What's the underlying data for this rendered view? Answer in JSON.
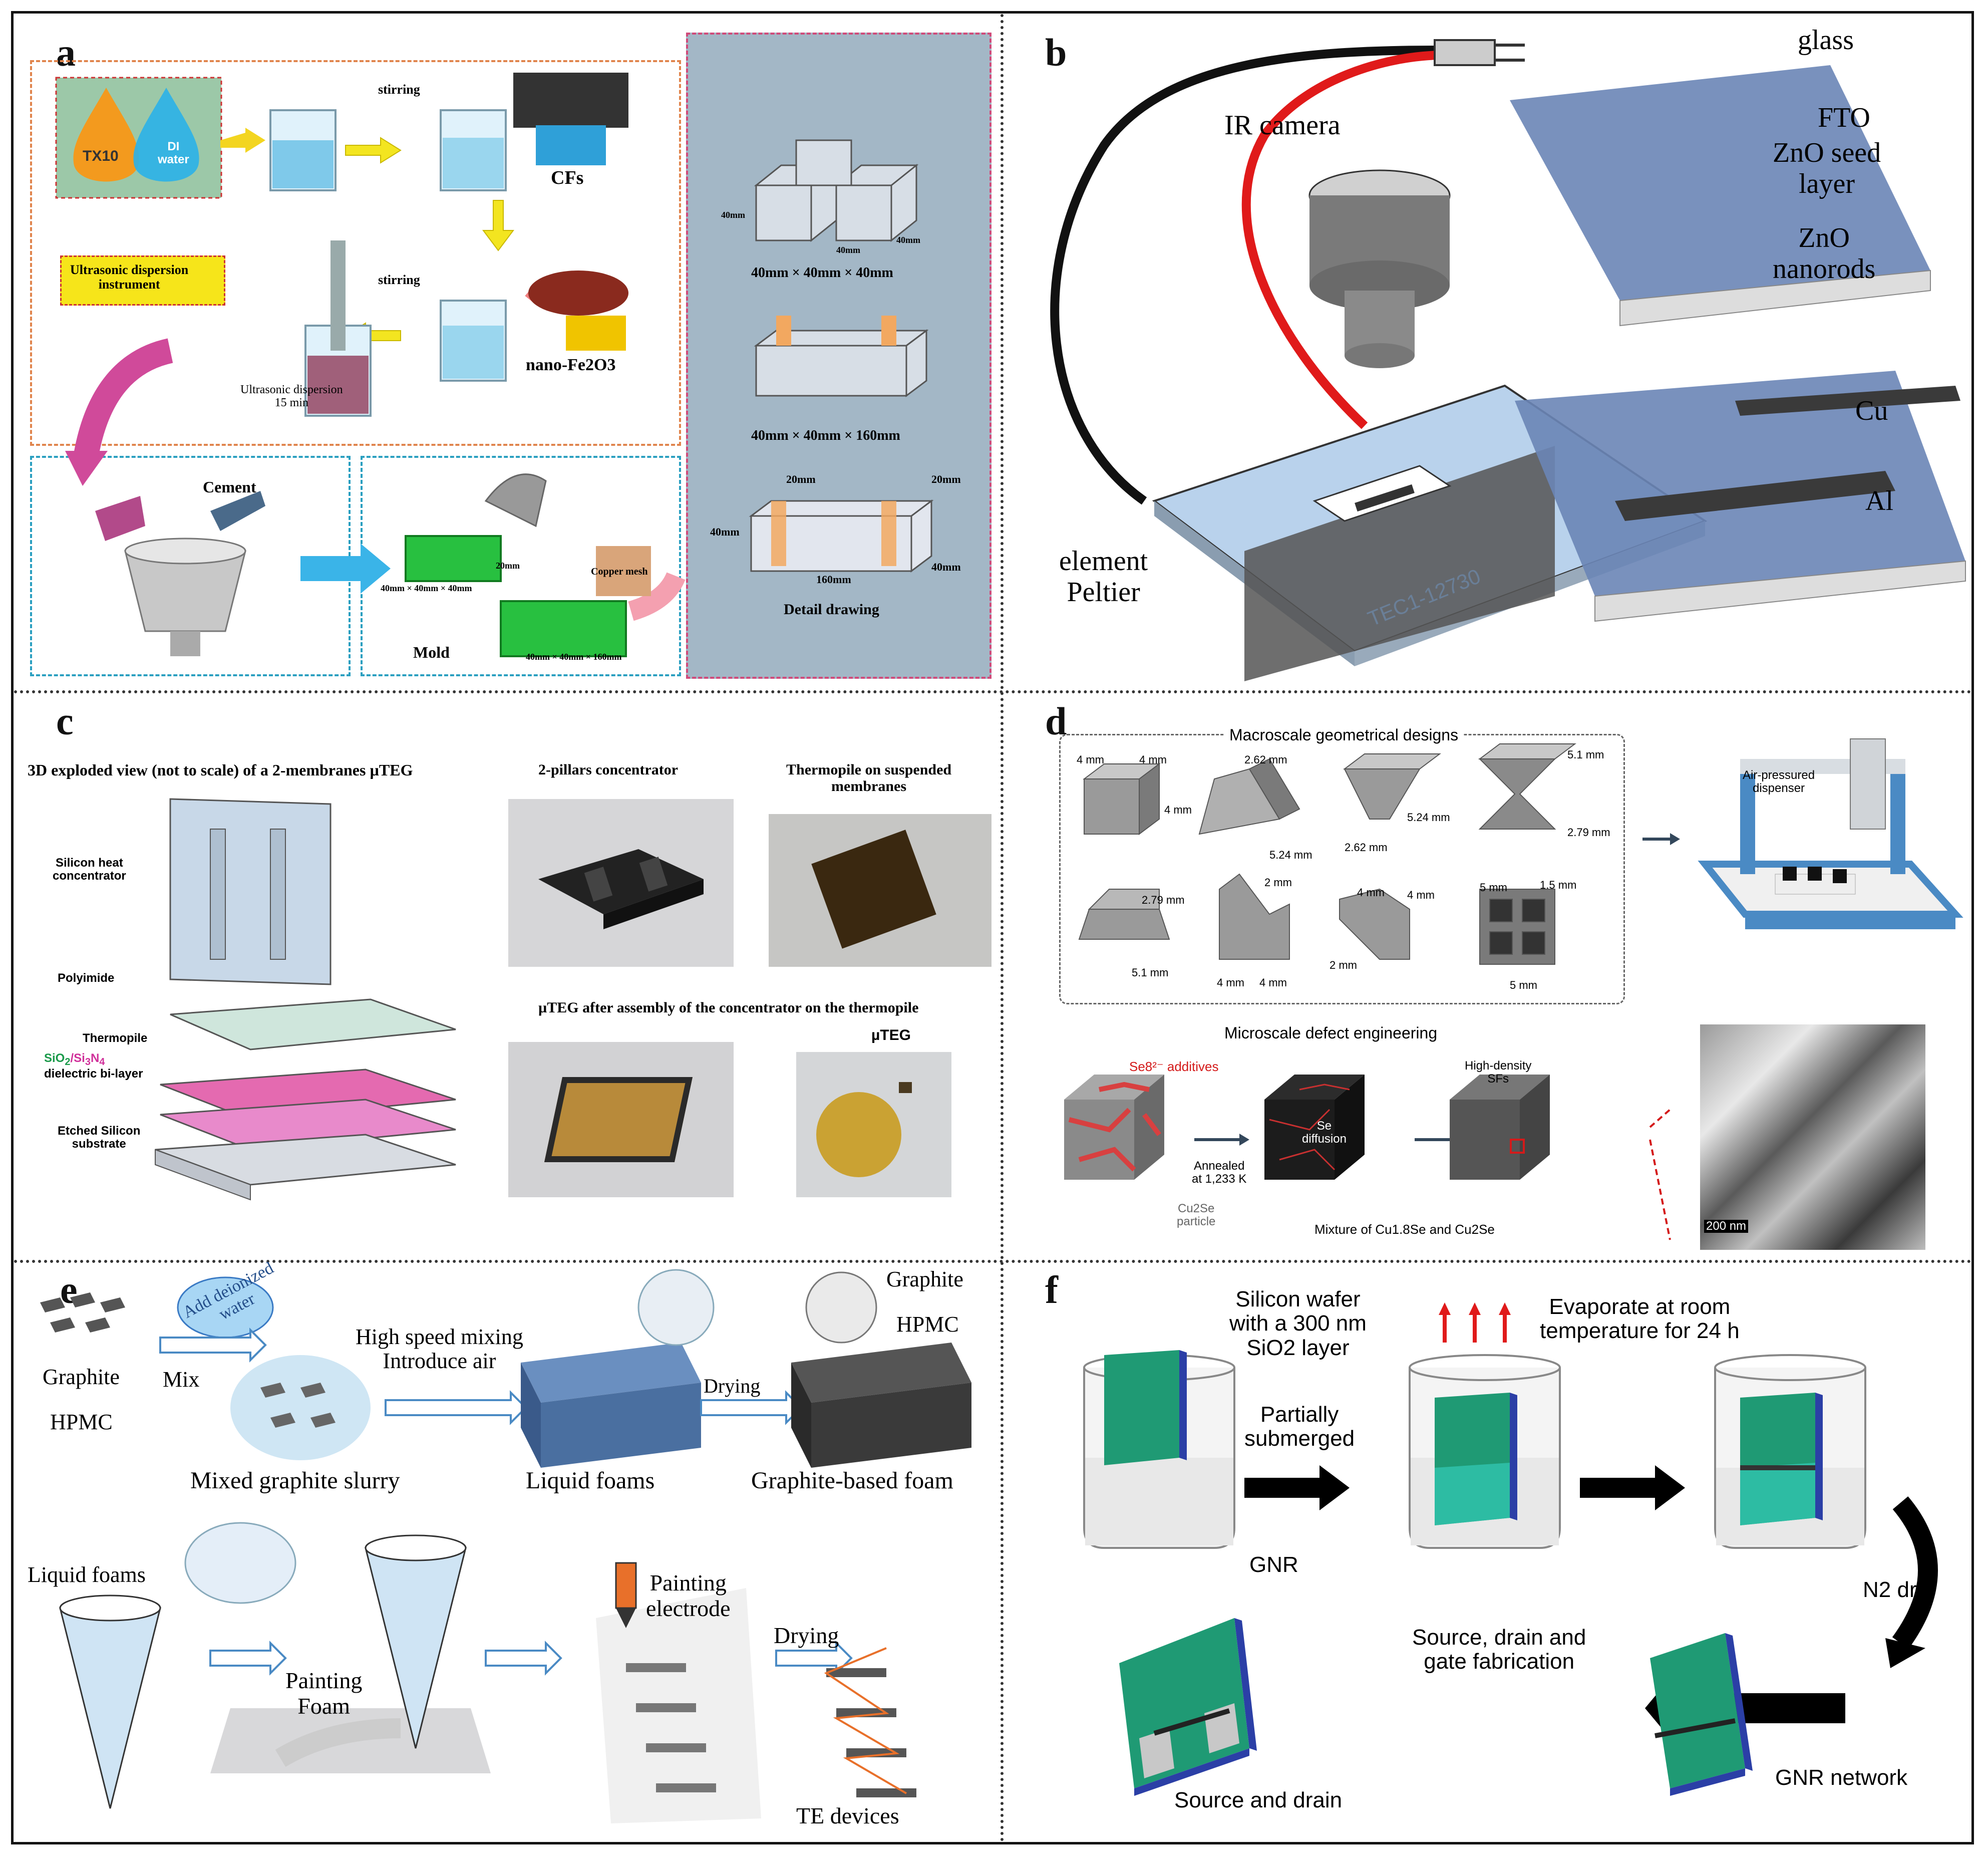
{
  "panels": {
    "a": {
      "label": "a",
      "liquids": [
        "TX10",
        "DI\nwater"
      ],
      "cfs": "CFs",
      "stirring1": "stirring",
      "stirring2": "stirring",
      "nano": "nano-Fe2O3",
      "ultra_instr": "Ultrasonic dispersion\ninstrument",
      "ultra_disp": "Ultrasonic dispersion\n15 min",
      "cement": "Cement",
      "mold": "Mold",
      "mold_size1": "40mm × 40mm × 40mm",
      "mold_size2": "40mm × 40mm × 160mm",
      "copper": "Copper mesh",
      "twenty": "20mm",
      "cube_dims": {
        "h": "40mm",
        "w": "40mm",
        "d": "40mm"
      },
      "cube_caption": "40mm × 40mm × 40mm",
      "prism_caption": "40mm × 40mm × 160mm",
      "detail": {
        "top_l": "20mm",
        "top_r": "20mm",
        "left": "40mm",
        "bottom": "160mm",
        "right": "40mm",
        "caption": "Detail drawing"
      }
    },
    "b": {
      "label": "b",
      "ir_camera": "IR camera",
      "glass": "glass",
      "fto": "FTO",
      "zno_seed": "ZnO seed\nlayer",
      "zno_rods": "ZnO\nnanorods",
      "cu": "Cu",
      "al": "Al",
      "element": "element\nPeltier",
      "tec": "TEC1-12730"
    },
    "c": {
      "label": "c",
      "title": "3D exploded view (not to scale) of a 2-membranes µTEG",
      "heat_conc": "Silicon heat\nconcentrator",
      "polyimide": "Polyimide",
      "thermopile": "Thermopile",
      "dielectric_a": "SiO",
      "dielectric_b": "/Si",
      "dielectric_c": "N",
      "dielectric_d": "dielectric bi-layer",
      "etched": "Etched Silicon\nsubstrate",
      "pillars": "2-pillars concentrator",
      "suspended": "Thermopile on suspended\nmembranes",
      "assembly": "µTEG after assembly of the concentrator on the thermopile",
      "uteg": "µTEG"
    },
    "d": {
      "label": "d",
      "macro": "Macroscale geometrical designs",
      "micro": "Microscale defect engineering",
      "dispenser": "Air-pressured\ndispenser",
      "dims": [
        "4 mm",
        "4 mm",
        "4 mm",
        "2.62 mm",
        "5.24 mm",
        "2.62 mm",
        "5.24 mm",
        "5.1 mm",
        "2.79 mm",
        "2.79 mm",
        "5.1 mm",
        "2 mm",
        "4 mm",
        "4 mm",
        "4 mm",
        "4 mm",
        "2 mm",
        "5 mm",
        "1.5 mm",
        "5 mm"
      ],
      "se_add": "Se8²⁻ additives",
      "annealed": "Annealed\nat 1,233 K",
      "cu2se": "Cu2Se\nparticle",
      "se_diff": "Se\ndiffusion",
      "mixture": "Mixture of Cu1.8Se and Cu2Se",
      "hd_sfs": "High-density\nSFs",
      "scale": "200 nm"
    },
    "e": {
      "label": "e",
      "add_water": "Add deionized\nwater",
      "graphite": "Graphite",
      "hpmc": "HPMC",
      "mix": "Mix",
      "high_speed": "High speed mixing\nIntroduce air",
      "drying1": "Drying",
      "graphite_r": "Graphite",
      "hpmc_r": "HPMC",
      "slurry": "Mixed graphite slurry",
      "liquid_foams": "Liquid foams",
      "gbf": "Graphite-based foam",
      "liquid_foams2": "Liquid foams",
      "painting_foam": "Painting\nFoam",
      "painting_elec": "Painting\nelectrode",
      "drying2": "Drying",
      "te": "TE devices"
    },
    "f": {
      "label": "f",
      "wafer": "Silicon wafer\nwith a 300 nm\nSiO2 layer",
      "evaporate": "Evaporate at room\ntemperature for 24 h",
      "partially": "Partially\nsubmerged",
      "gnr": "GNR",
      "n2": "N2 dry",
      "sdg": "Source, drain and\ngate fabrication",
      "sd": "Source and drain",
      "gnr_net": "GNR network"
    }
  },
  "colors": {
    "green": "#1f9a74",
    "blue_wafer": "#2b3fa6",
    "pink": "#e8a0c0",
    "slate": "#a3b7c6",
    "peltier": "#b9d2ec"
  }
}
